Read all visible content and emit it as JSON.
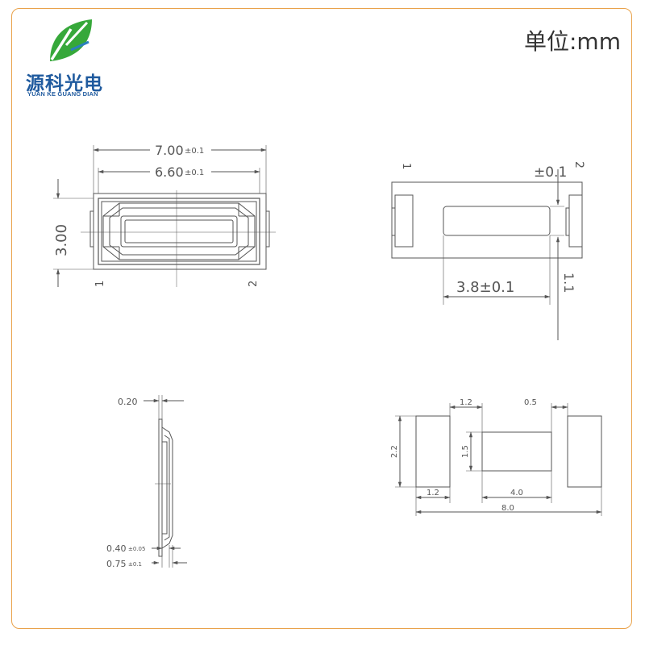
{
  "logo": {
    "chinese": "源科光电",
    "english": "YUAN KE GUANG DIAN",
    "icon": "leaf-logo-icon"
  },
  "unit_label": "单位:mm",
  "colors": {
    "frame": "#e9a24a",
    "logo_green": "#36a83a",
    "logo_blue": "#1f5a9e",
    "line": "#555555"
  },
  "top_view": {
    "width_outer": "7.00",
    "width_outer_tol": "±0.1",
    "width_inner": "6.60",
    "width_inner_tol": "±0.1",
    "height": "3.00",
    "pin_left": "1",
    "pin_right": "2"
  },
  "bottom_view": {
    "pin_left": "1",
    "pin_right": "2",
    "pad_length": "3.8±0.1",
    "tolerance": "±0.1",
    "height": "1.1"
  },
  "side_view": {
    "top_thickness": "0.20",
    "mid_thickness": "0.40",
    "mid_tol": "±0.05",
    "total_thickness": "0.75",
    "total_tol": "±0.1"
  },
  "footprint": {
    "pad_top_gap": "1.2",
    "pad_top_right": "0.5",
    "pad_height": "2.2",
    "center_height": "1.5",
    "pad_bottom_width": "1.2",
    "center_width": "4.0",
    "total_width": "8.0"
  }
}
